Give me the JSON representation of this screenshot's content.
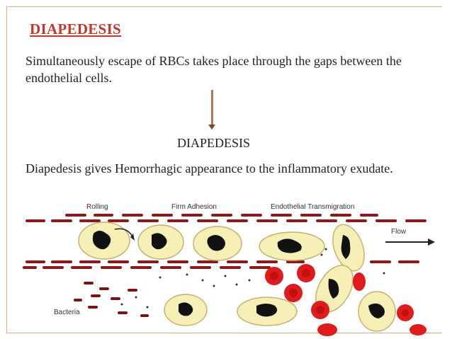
{
  "slide": {
    "title": "DIAPEDESIS",
    "paragraph1": "Simultaneously escape of RBCs takes place through the gaps between the endothelial cells.",
    "center_label": "DIAPEDESIS",
    "paragraph2": "Diapedesis gives Hemorrhagic appearance to the inflammatory exudate."
  },
  "diagram": {
    "labels": {
      "rolling": "Rolling",
      "firm_adhesion": "Firm Adhesion",
      "transmigration": "Endothelial Transmigration",
      "flow": "Flow",
      "bacteria": "Bacteria"
    },
    "colors": {
      "cell_fill": "#f6f0b6",
      "nucleus": "#111111",
      "rbc": "#e01b1b",
      "endothelium": "#8b1a1a",
      "accent_title": "#c0392b"
    }
  }
}
